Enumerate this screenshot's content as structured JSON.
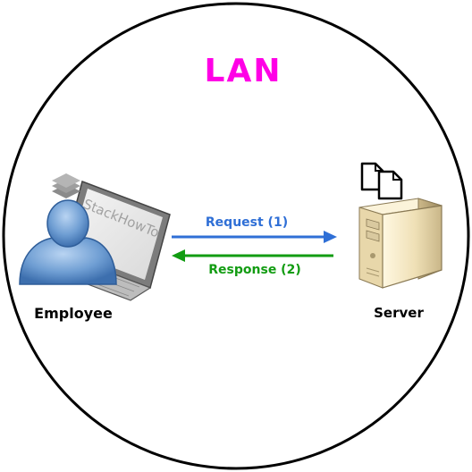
{
  "title": "LAN",
  "nodes": {
    "employee": {
      "label": "Employee"
    },
    "server": {
      "label": "Server"
    }
  },
  "arrows": {
    "request": {
      "label": "Request (1)",
      "color": "#2f6fd6"
    },
    "response": {
      "label": "Response (2)",
      "color": "#129c12"
    }
  },
  "watermark": "StackHowTo",
  "colors": {
    "title": "#ff00e6",
    "border": "#000000",
    "person": "#5f8fc8",
    "server_case": "#f3e6c4"
  }
}
